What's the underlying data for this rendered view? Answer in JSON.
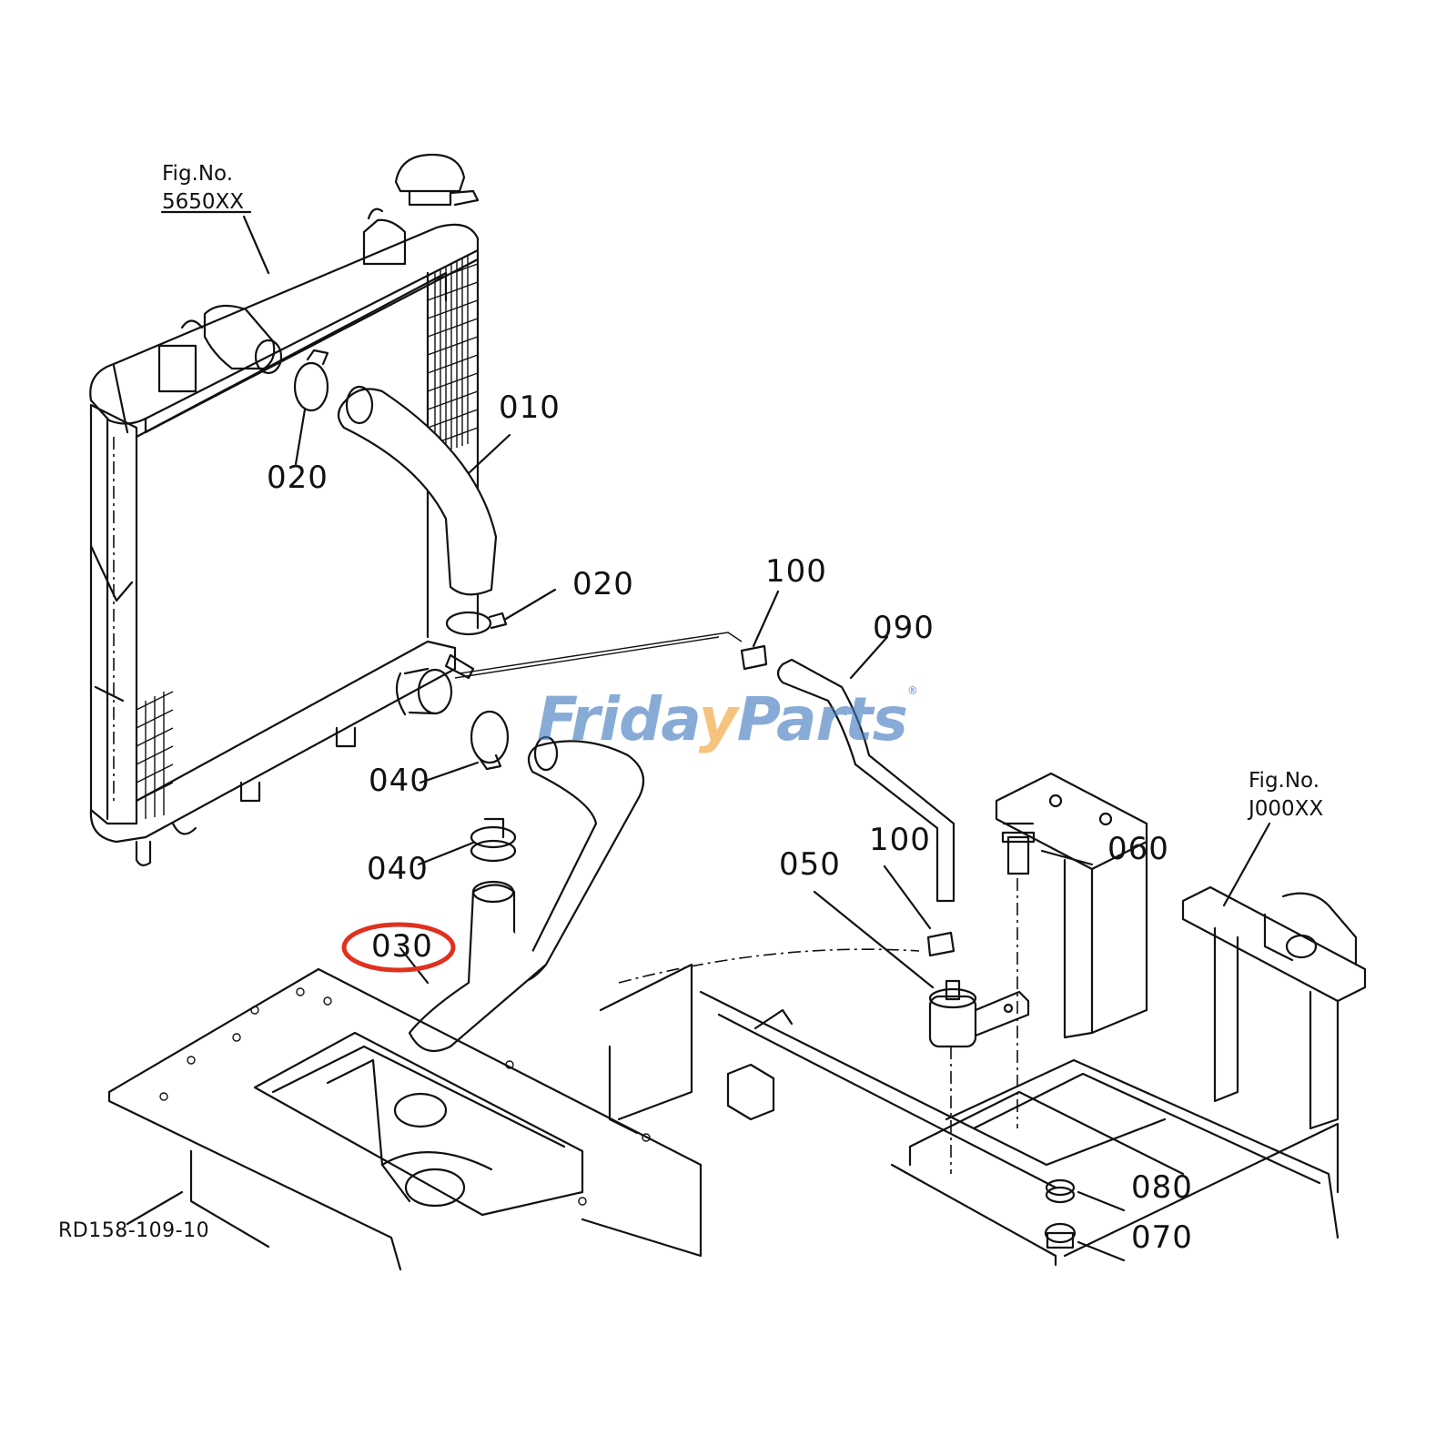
{
  "figure": {
    "fig_ref_radiator": {
      "line1": "Fig.No.",
      "line2": "5650XX"
    },
    "fig_ref_frame": {
      "line1": "Fig.No.",
      "line2": "J000XX"
    },
    "drawing_number": "RD158-109-10",
    "callouts": {
      "hose_upper": "010",
      "clamp_upper_a": "020",
      "clamp_upper_b": "020",
      "hose_lower": "030",
      "clamp_lower_a": "040",
      "clamp_lower_b": "040",
      "reserve_tank": "050",
      "bolt": "060",
      "nut": "070",
      "washer": "080",
      "overflow_hose": "090",
      "clip_a": "100",
      "clip_b": "100"
    },
    "highlight": {
      "target": "030",
      "color": "#e0301e"
    }
  },
  "watermark": {
    "part1": "Friday",
    "part2": "Parts",
    "mark": "®",
    "color_primary": "#3f78be",
    "color_accent": "#f0a030"
  }
}
